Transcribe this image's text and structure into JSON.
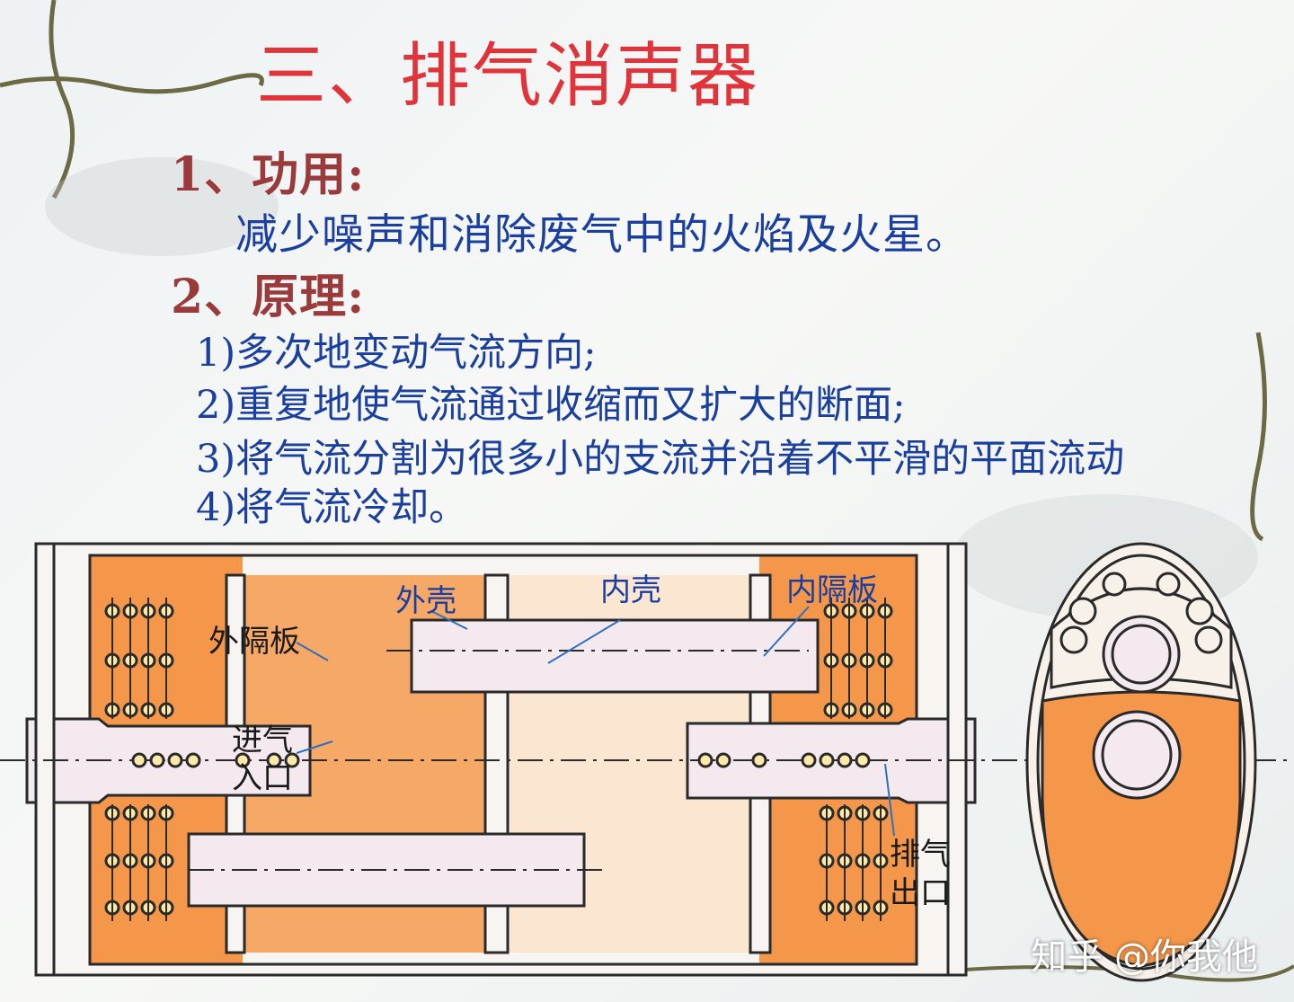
{
  "colors": {
    "title": "#e0343a",
    "heading": "#9b3a3a",
    "body": "#1a3fa0",
    "orange": "#f4974a",
    "pale_orange": "#fbe6d2",
    "pipe": "#f3e9ee",
    "line": "#2a2a2a",
    "label_blue": "#1a3fa0"
  },
  "title": "三、排气消声器",
  "section1": {
    "heading": "1、功用:",
    "text": "减少噪声和消除废气中的火焰及火星。"
  },
  "section2": {
    "heading": "2、原理:",
    "items": [
      "1)多次地变动气流方向;",
      "2)重复地使气流通过收缩而又扩大的断面;",
      "3)将气流分割为很多小的支流并沿着不平滑的平面流动",
      "4)将气流冷却。"
    ]
  },
  "diagram_labels": {
    "outer_shell": "外壳",
    "inner_shell": "内壳",
    "inner_baffle": "内隔板",
    "outer_baffle": "外隔板",
    "inlet_line1": "进气",
    "inlet_line2": "入口",
    "outlet_line1": "排气",
    "outlet_line2": "出口"
  },
  "watermark": "知乎 @你我他"
}
